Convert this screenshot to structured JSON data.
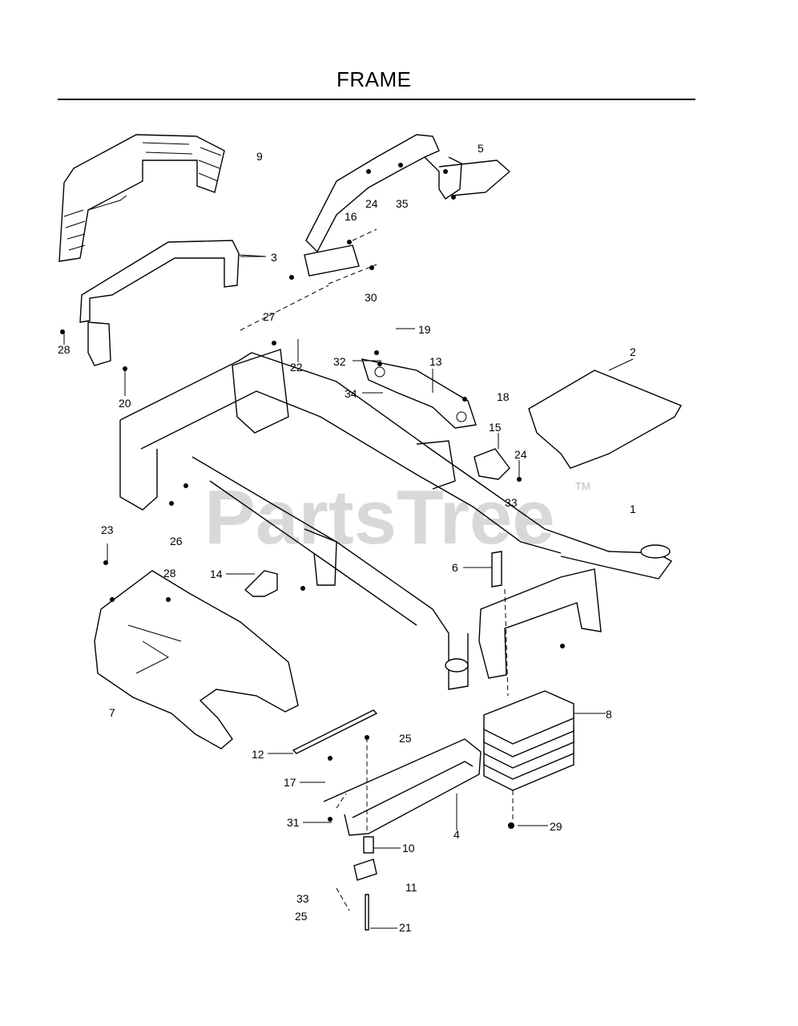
{
  "title": "FRAME",
  "watermark": {
    "text": "PartsTree",
    "trademark": "TM"
  },
  "labels": [
    {
      "id": "9",
      "text": "9"
    },
    {
      "id": "5",
      "text": "5"
    },
    {
      "id": "24a",
      "text": "24"
    },
    {
      "id": "35",
      "text": "35"
    },
    {
      "id": "16",
      "text": "16"
    },
    {
      "id": "3",
      "text": "3"
    },
    {
      "id": "30",
      "text": "30"
    },
    {
      "id": "27",
      "text": "27"
    },
    {
      "id": "19",
      "text": "19"
    },
    {
      "id": "28a",
      "text": "28"
    },
    {
      "id": "20",
      "text": "20"
    },
    {
      "id": "22",
      "text": "22"
    },
    {
      "id": "32",
      "text": "32"
    },
    {
      "id": "13",
      "text": "13"
    },
    {
      "id": "2",
      "text": "2"
    },
    {
      "id": "34",
      "text": "34"
    },
    {
      "id": "18",
      "text": "18"
    },
    {
      "id": "15",
      "text": "15"
    },
    {
      "id": "24b",
      "text": "24"
    },
    {
      "id": "33a",
      "text": "33"
    },
    {
      "id": "1",
      "text": "1"
    },
    {
      "id": "23",
      "text": "23"
    },
    {
      "id": "26",
      "text": "26"
    },
    {
      "id": "28b",
      "text": "28"
    },
    {
      "id": "14",
      "text": "14"
    },
    {
      "id": "6",
      "text": "6"
    },
    {
      "id": "7",
      "text": "7"
    },
    {
      "id": "8",
      "text": "8"
    },
    {
      "id": "25a",
      "text": "25"
    },
    {
      "id": "12",
      "text": "12"
    },
    {
      "id": "17",
      "text": "17"
    },
    {
      "id": "31",
      "text": "31"
    },
    {
      "id": "4",
      "text": "4"
    },
    {
      "id": "29",
      "text": "29"
    },
    {
      "id": "10",
      "text": "10"
    },
    {
      "id": "11",
      "text": "11"
    },
    {
      "id": "33b",
      "text": "33"
    },
    {
      "id": "25b",
      "text": "25"
    },
    {
      "id": "21",
      "text": "21"
    }
  ]
}
